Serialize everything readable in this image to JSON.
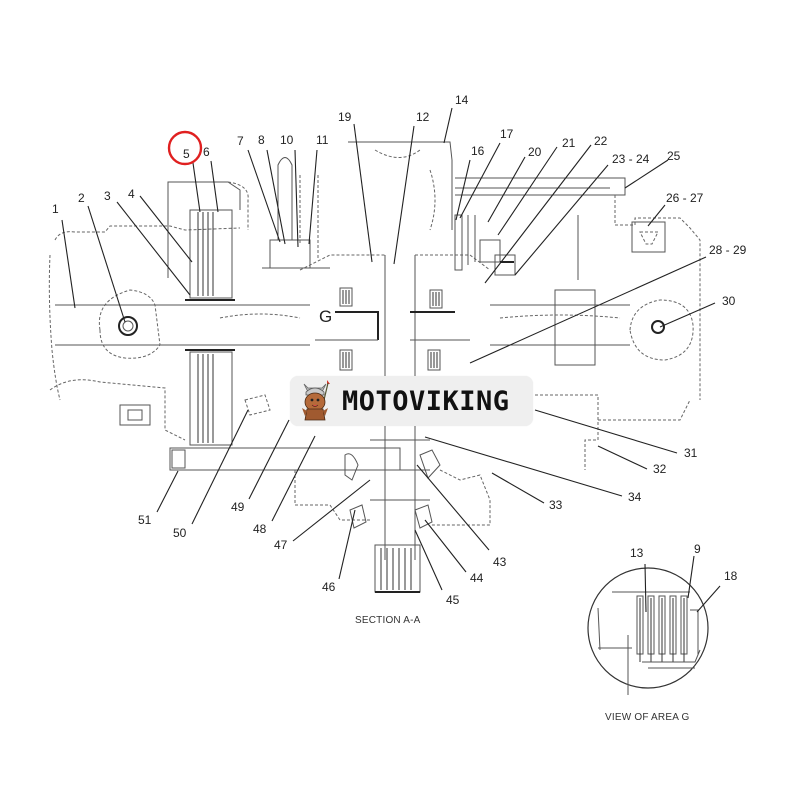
{
  "diagram": {
    "type": "exploded-parts-cross-section",
    "section_caption": "SECTION A-A",
    "detail_caption": "VIEW OF AREA G",
    "area_marker": "G",
    "highlighted_part": "5",
    "highlight_color": "#e02020",
    "callouts_top": [
      "5",
      "6",
      "7",
      "8",
      "10",
      "11",
      "19",
      "12",
      "14",
      "16",
      "17",
      "20",
      "21",
      "22",
      "23 - 24",
      "25",
      "26 - 27"
    ],
    "callouts_left": [
      "1",
      "2",
      "3",
      "4"
    ],
    "callouts_right": [
      "28 - 29",
      "30",
      "31",
      "32",
      "33",
      "34"
    ],
    "callouts_bottom": [
      "51",
      "50",
      "49",
      "48",
      "47",
      "46",
      "45",
      "44",
      "43"
    ],
    "detail_callouts": [
      "13",
      "9",
      "18"
    ]
  },
  "watermark": {
    "text": "MOTOVIKING",
    "logo": "viking-mascot-icon"
  }
}
